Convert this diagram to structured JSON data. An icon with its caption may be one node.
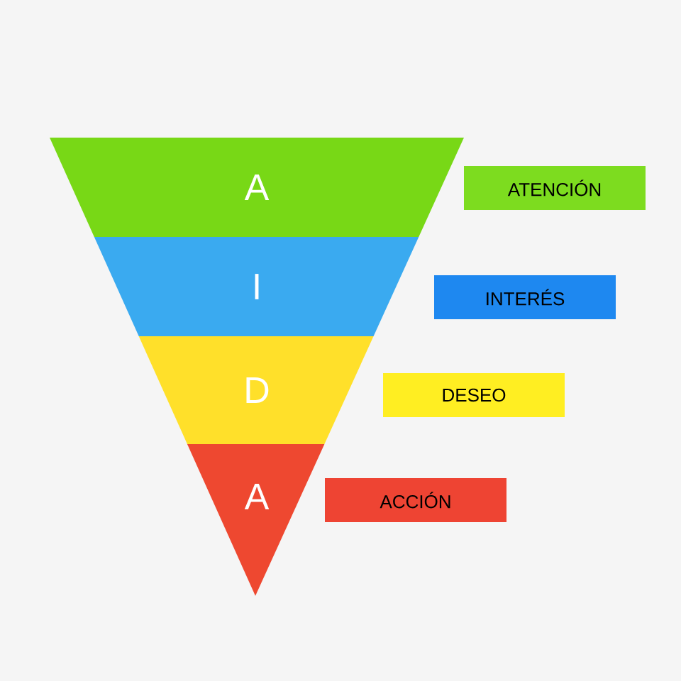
{
  "diagram": {
    "nodes": [
      {
        "text": [
          "A"
        ]
      },
      {
        "text": [
          "I"
        ]
      },
      {
        "text": [
          "D"
        ]
      },
      {
        "text": [
          "A"
        ]
      },
      {
        "text": [
          "ATENCIÓN"
        ]
      },
      {
        "text": [
          "INTERÉS"
        ]
      },
      {
        "text": [
          "DESEO"
        ]
      },
      {
        "text": [
          "ACCIÓN"
        ]
      }
    ]
  }
}
